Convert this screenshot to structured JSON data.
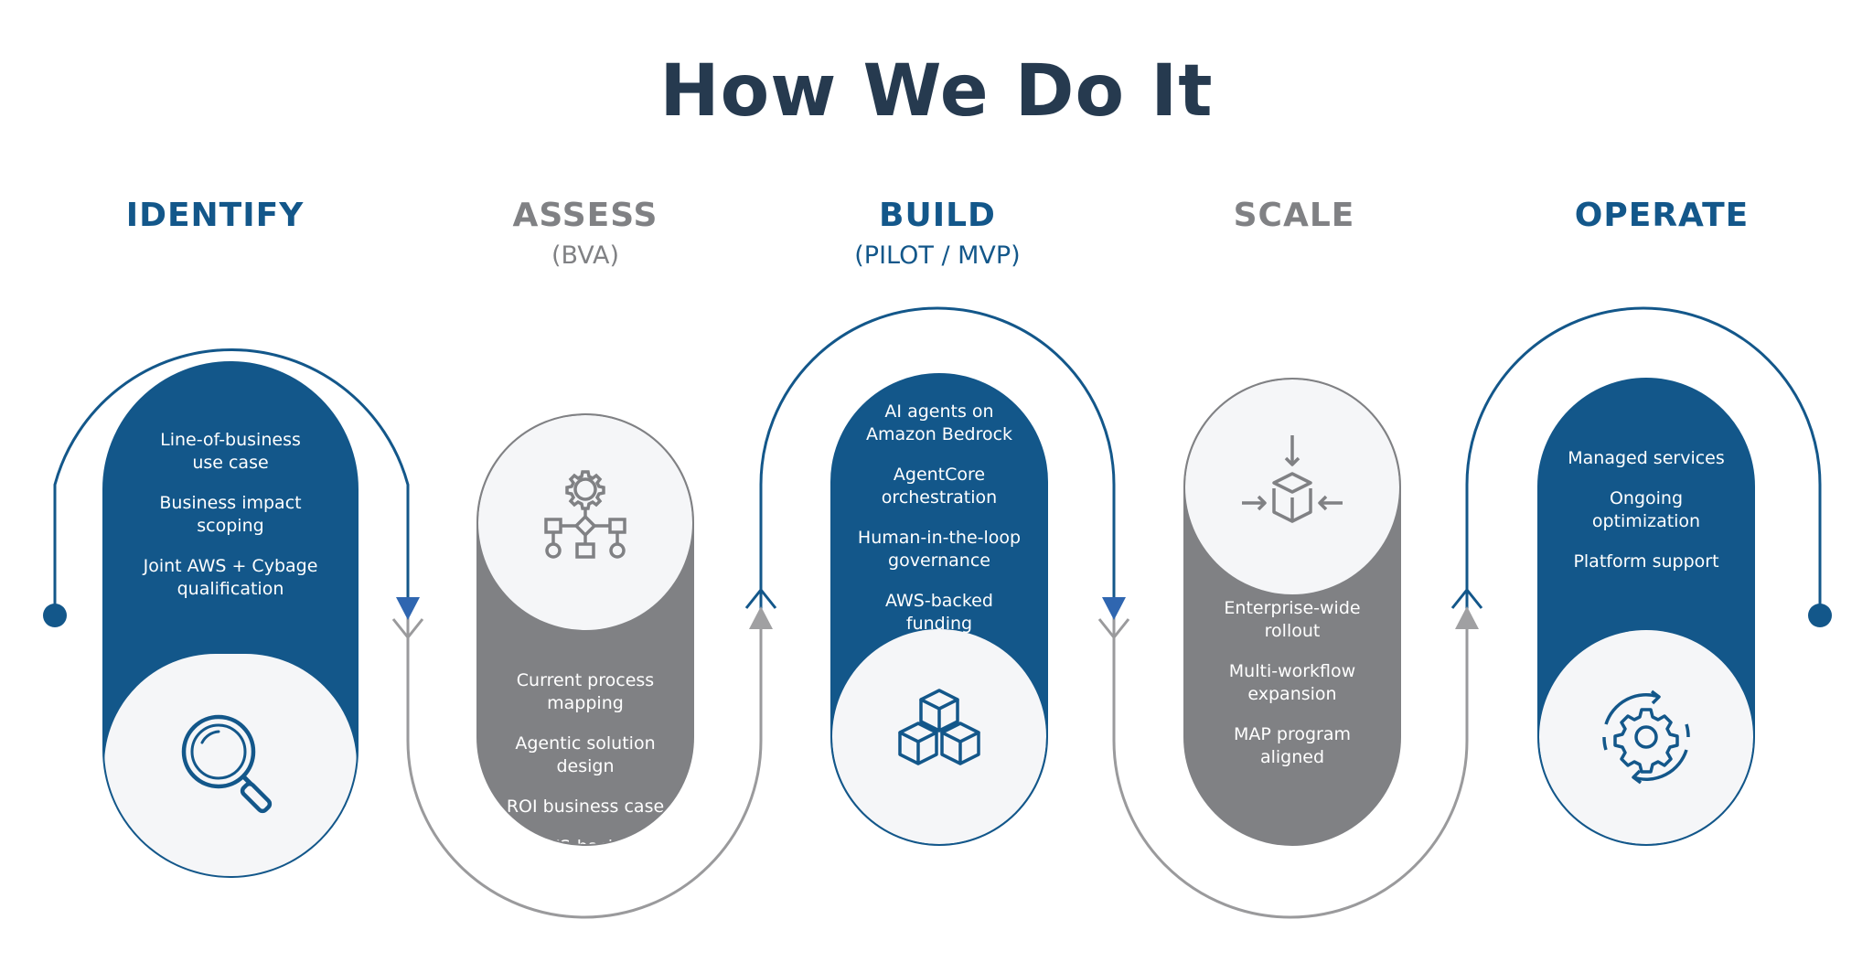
{
  "title": "How We Do It",
  "colors": {
    "blue": "#13578a",
    "gray": "#808184",
    "title": "#263a4f",
    "circle_bg": "#f5f6f8"
  },
  "stages": [
    {
      "name": "IDENTIFY",
      "sub": "",
      "color": "#13578a",
      "icon": "magnifier-icon",
      "items": [
        "Line-of-business\nuse case",
        "Business impact\nscoping",
        "Joint AWS + Cybage\nqualification"
      ]
    },
    {
      "name": "ASSESS",
      "sub": "(BVA)",
      "color": "#808184",
      "icon": "process-flow-gear-icon",
      "items": [
        "Current process\nmapping",
        "Agentic solution\ndesign",
        "ROI business case",
        "AWS-backed\nfunding"
      ]
    },
    {
      "name": "BUILD",
      "sub": "(PILOT / MVP)",
      "color": "#13578a",
      "icon": "stacked-cubes-icon",
      "items": [
        "AI agents on\nAmazon Bedrock",
        "AgentCore\norchestration",
        "Human-in-the-loop\ngovernance",
        "AWS-backed funding"
      ]
    },
    {
      "name": "SCALE",
      "sub": "",
      "color": "#808184",
      "icon": "scale-cube-arrows-icon",
      "items": [
        "Enterprise-wide\nrollout",
        "Multi-workflow\nexpansion",
        "MAP program\naligned"
      ]
    },
    {
      "name": "OPERATE",
      "sub": "",
      "color": "#13578a",
      "icon": "gear-cycle-icon",
      "items": [
        "Managed services",
        "Ongoing\noptimization",
        "Platform support"
      ]
    }
  ]
}
